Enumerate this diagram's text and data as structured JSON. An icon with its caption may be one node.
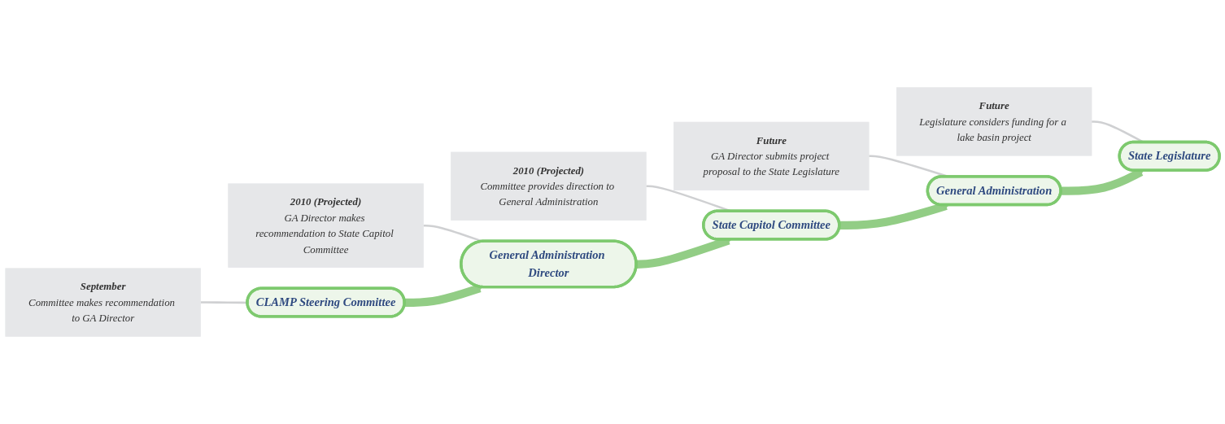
{
  "diagram": {
    "nodes": [
      {
        "text": [
          "September",
          "Committee makes recommendation to GA Director"
        ]
      },
      {
        "text": [
          "2010 (Projected)",
          "GA Director makes recommendation to State Capitol Committee"
        ]
      },
      {
        "text": [
          "2010 (Projected)",
          "Committee provides direction to General Administration"
        ]
      },
      {
        "text": [
          "Future",
          "GA Director submits project proposal to the State Legislature"
        ]
      },
      {
        "text": [
          "Future",
          "Legislature considers funding for a lake basin project"
        ]
      },
      {
        "text": [
          "CLAMP Steering Committee"
        ]
      },
      {
        "text": [
          "General Administration Director"
        ]
      },
      {
        "text": [
          "State Capitol Committee"
        ]
      },
      {
        "text": [
          "General Administration"
        ]
      },
      {
        "text": [
          "State Legislature"
        ]
      }
    ],
    "edges": [
      {
        "from": 0,
        "to": 5,
        "arrow": "none"
      },
      {
        "from": 1,
        "to": 6,
        "arrow": "none"
      },
      {
        "from": 2,
        "to": 7,
        "arrow": "none"
      },
      {
        "from": 3,
        "to": 8,
        "arrow": "none"
      },
      {
        "from": 4,
        "to": 9,
        "arrow": "none"
      },
      {
        "from": 5,
        "to": 6,
        "arrow": "to",
        "style": "thick",
        "color": "#92cd85"
      },
      {
        "from": 6,
        "to": 7,
        "arrow": "to",
        "style": "thick",
        "color": "#92cd85"
      },
      {
        "from": 7,
        "to": 8,
        "arrow": "to",
        "style": "thick",
        "color": "#92cd85"
      },
      {
        "from": 8,
        "to": 9,
        "arrow": "to",
        "style": "thick",
        "color": "#92cd85"
      }
    ]
  }
}
